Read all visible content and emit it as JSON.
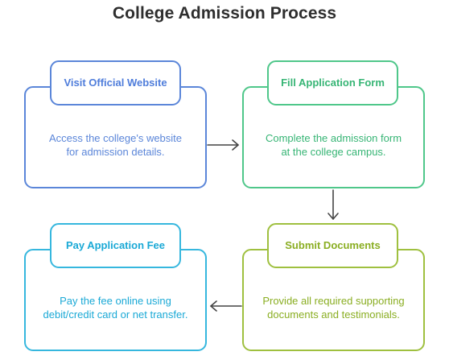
{
  "title": "College Admission Process",
  "steps": [
    {
      "label": "Visit Official Website",
      "description": "Access the college's website for admission details.",
      "color": "#5b86d9"
    },
    {
      "label": "Fill Application Form",
      "description": "Complete the admission form at the college campus.",
      "color": "#4fc78a"
    },
    {
      "label": "Submit Documents",
      "description": "Provide all required supporting documents and testimonials.",
      "color": "#9fc03f"
    },
    {
      "label": "Pay Application Fee",
      "description": "Pay the fee online using debit/credit card or net transfer.",
      "color": "#36b7de"
    }
  ],
  "arrow_color": "#444444"
}
